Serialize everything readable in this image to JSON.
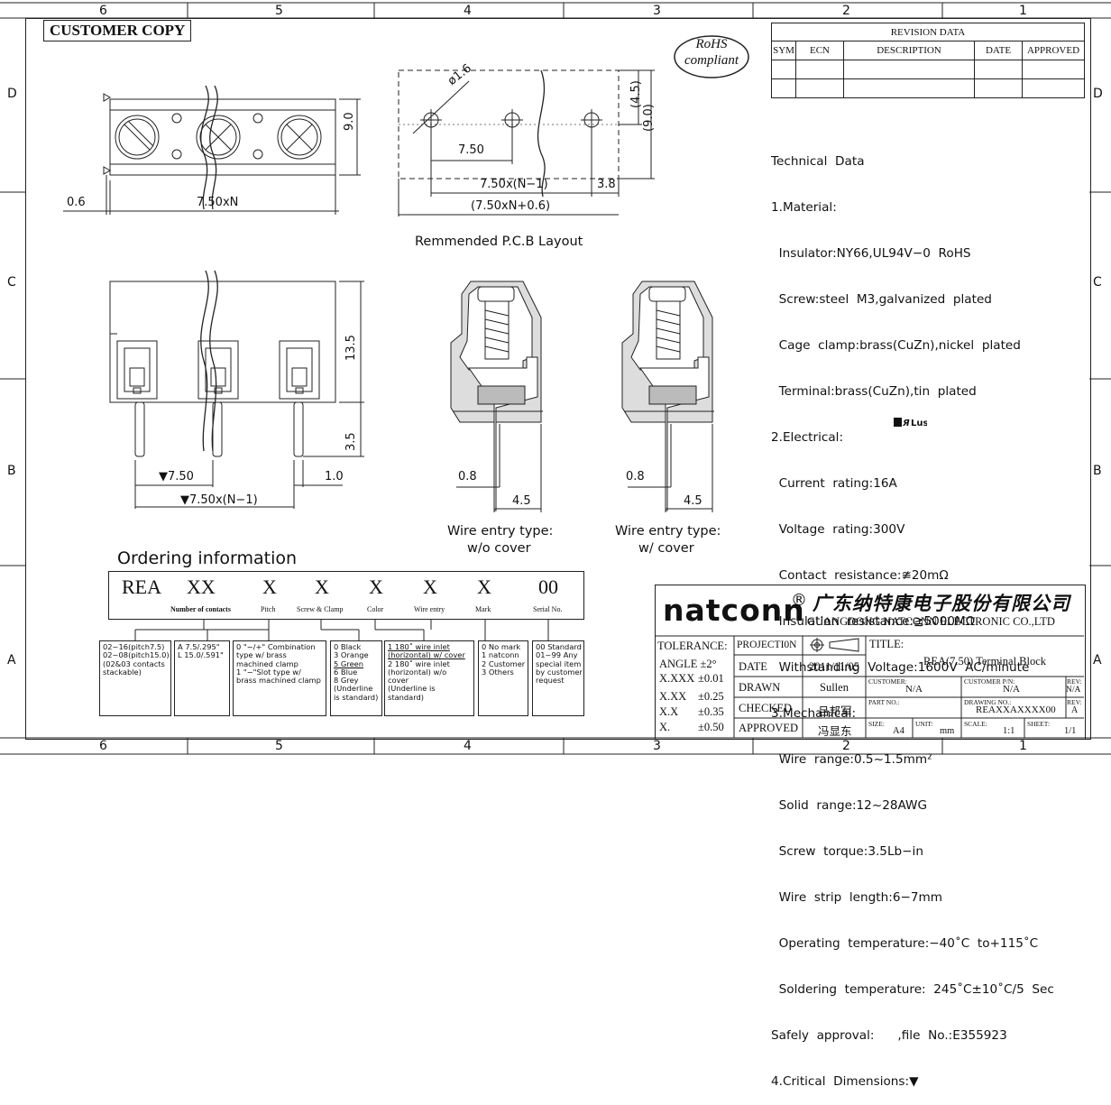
{
  "zones_top": [
    "6",
    "5",
    "4",
    "3",
    "2",
    "1"
  ],
  "zones_side": [
    "D",
    "C",
    "B",
    "A"
  ],
  "customer_copy": "CUSTOMER COPY",
  "rohs": {
    "line1": "RoHS",
    "line2": "compliant"
  },
  "revision": {
    "title": "REVISION DATA",
    "headers": [
      "SYM",
      "ECN",
      "DESCRIPTION",
      "DATE",
      "APPROVED"
    ]
  },
  "technical_data": [
    "Technical  Data",
    "1.Material:",
    "  Insulator:NY66,UL94V−0  RoHS",
    "  Screw:steel  M3,galvanized  plated",
    "  Cage  clamp:brass(CuZn),nickel  plated",
    "  Terminal:brass(CuZn),tin  plated",
    "2.Electrical:",
    "  Current  rating:16A",
    "  Voltage  rating:300V",
    "  Contact  resistance:≇20mΩ",
    "  Insulation  resistance:≧5000MΩ",
    "  Withstanding  Voltage:1600V  AC/minute",
    "3.Mechanical:",
    "  Wire  range:0.5~1.5mm²",
    "  Solid  range:12~28AWG",
    "  Screw  torque:3.5Lb−in",
    "  Wire  strip  length:6−7mm",
    "  Operating  temperature:−40˚C  to+115˚C",
    "  Soldering  temperature:  245˚C±10˚C/5  Sec",
    "Safely  approval:      ,file  No.:E355923",
    "4.Critical  Dimensions:▼"
  ],
  "dims": {
    "top_pitch": "7.50xN",
    "top_offset": "0.6",
    "top_height": "9.0",
    "pcb_hole": "ø1.6",
    "pcb_pitch": "7.50",
    "pcb_pitch_n": "7.50x(N−1)",
    "pcb_edge": "3.8",
    "pcb_total": "(7.50xN+0.6)",
    "pcb_half": "(4.5)",
    "pcb_height": "(9.0)",
    "front_height": "13.5",
    "front_pin": "3.5",
    "front_pitch": "▼7.50",
    "front_pitch_n": "▼7.50x(N−1)",
    "front_pin_w": "1.0",
    "side_a_pin": "0.8",
    "side_a_w": "4.5",
    "side_b_pin": "0.8",
    "side_b_w": "4.5"
  },
  "captions": {
    "pcb": "Remmended  P.C.B  Layout",
    "side_a_1": "Wire  entry  type:",
    "side_a_2": "w/o  cover",
    "side_b_1": "Wire  entry  type:",
    "side_b_2": "w/  cover"
  },
  "ordering": {
    "title": "Ordering  information",
    "code": [
      "REA",
      "XX",
      "X",
      "X",
      "X",
      "X",
      "X",
      "00"
    ],
    "labels": [
      "Number of contacts",
      "Pitch",
      "Screw & Clamp",
      "Color",
      "Wire entry",
      "Mark",
      "Serial No."
    ],
    "options": [
      [
        "02~16(pitch7.5)",
        "02~08(pitch15.0)",
        "(02&03 contacts",
        "stackable)"
      ],
      [
        "A  7.5/.295\"",
        "L  15.0/.591\""
      ],
      [
        "0  \"−/+\"  Combination",
        "type  w/  brass",
        "machined  clamp",
        "1  \"−\"Slot  type  w/",
        "brass  machined  clamp"
      ],
      [
        "0  Black",
        "3  Orange",
        "5  Green",
        "6  Blue",
        "8  Grey",
        "(Underline",
        "is  standard)"
      ],
      [
        "1  180˚  wire  inlet",
        "(horizontal)  w/  cover",
        "2  180˚  wire  inlet",
        "(horizontal)  w/o",
        "cover",
        "(Underline  is",
        "standard)"
      ],
      [
        "0  No  mark",
        "1  natconn",
        "2  Customer",
        "3  Others"
      ],
      [
        "00  Standard",
        "01~99  Any",
        "special  item",
        "by  customer",
        "request"
      ]
    ]
  },
  "title_block": {
    "brand": "natconn",
    "reg": "®",
    "company_cn": "广东纳特康电子股份有限公司",
    "company_en": "GUANGDONG NATCONN ELECTRONIC CO.,LTD",
    "tolerance": "TOLERANCE:",
    "angle": "ANGLE ±2°",
    "tol_rows": [
      [
        "X.XXX",
        "±0.01"
      ],
      [
        "X.XX",
        "±0.25"
      ],
      [
        "X.X",
        "±0.35"
      ],
      [
        "X.",
        "±0.50"
      ]
    ],
    "projection": "PROJECTI0N",
    "date_lbl": "DATE",
    "date_val": "2011/11/05",
    "drawn_lbl": "DRAWN",
    "drawn_val": "Sullen",
    "checked_lbl": "CHECKED",
    "checked_val": "吕邦军",
    "approved_lbl": "APPROVED",
    "approved_val": "冯显东",
    "title_lbl": "TITLE:",
    "title_val": "REA(7.50)  Terminal Block",
    "customer_lbl": "CUSTOMER:",
    "customer_val": "N/A",
    "customer_pn_lbl": "CUSTOMER P/N:",
    "customer_pn_val": "N/A",
    "rev_lbl": "REV:",
    "rev_val": "N/A",
    "part_lbl": "PART NO.:",
    "drawing_lbl": "DRAWING NO.:",
    "drawing_val": "REAXXAXXXX00",
    "rev2_lbl": "REV:",
    "rev2_val": "A",
    "size_lbl": "SIZE:",
    "size_val": "A4",
    "unit_lbl": "UNIT:",
    "unit_val": "mm",
    "scale_lbl": "SCALE:",
    "scale_val": "1:1",
    "sheet_lbl": "SHEET:",
    "sheet_val": "1/1"
  }
}
